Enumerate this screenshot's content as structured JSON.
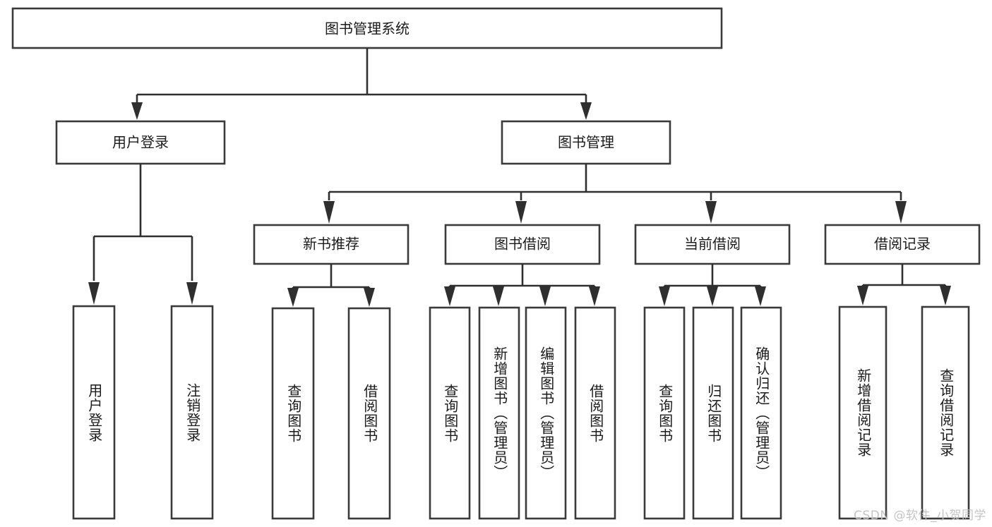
{
  "diagram": {
    "title": "图书管理系统",
    "type": "hierarchy-tree",
    "root": {
      "label": "图书管理系统",
      "orientation": "horizontal"
    },
    "level2": [
      {
        "label": "用户登录",
        "orientation": "horizontal"
      },
      {
        "label": "图书管理",
        "orientation": "horizontal"
      }
    ],
    "level3": [
      {
        "label": "新书推荐",
        "orientation": "horizontal"
      },
      {
        "label": "图书借阅",
        "orientation": "horizontal"
      },
      {
        "label": "当前借阅",
        "orientation": "horizontal"
      },
      {
        "label": "借阅记录",
        "orientation": "horizontal"
      }
    ],
    "leaves": {
      "user_login": [
        {
          "label": "用户登录",
          "orientation": "vertical"
        },
        {
          "label": "注销登录",
          "orientation": "vertical"
        }
      ],
      "new_book_recommend": [
        {
          "label": "查询图书",
          "orientation": "vertical"
        },
        {
          "label": "借阅图书",
          "orientation": "vertical"
        }
      ],
      "book_borrow": [
        {
          "label": "查询图书",
          "orientation": "vertical"
        },
        {
          "label": "新增图书（管理员）",
          "orientation": "vertical"
        },
        {
          "label": "编辑图书（管理员）",
          "orientation": "vertical"
        },
        {
          "label": "借阅图书",
          "orientation": "vertical"
        }
      ],
      "current_borrow": [
        {
          "label": "查询图书",
          "orientation": "vertical"
        },
        {
          "label": "归还图书",
          "orientation": "vertical"
        },
        {
          "label": "确认归还（管理员）",
          "orientation": "vertical"
        }
      ],
      "borrow_record": [
        {
          "label": "新增借阅记录",
          "orientation": "vertical"
        },
        {
          "label": "查询借阅记录",
          "orientation": "vertical"
        }
      ]
    }
  },
  "watermark": {
    "text": "CSDN @软件_小贺同学"
  },
  "colors": {
    "background": "#ffffff",
    "box_fill": "#ffffff",
    "box_stroke": "#3a3a3a",
    "connector": "#2f2f2f",
    "text": "#1b1b1b",
    "watermark": "#c4c4c4"
  }
}
